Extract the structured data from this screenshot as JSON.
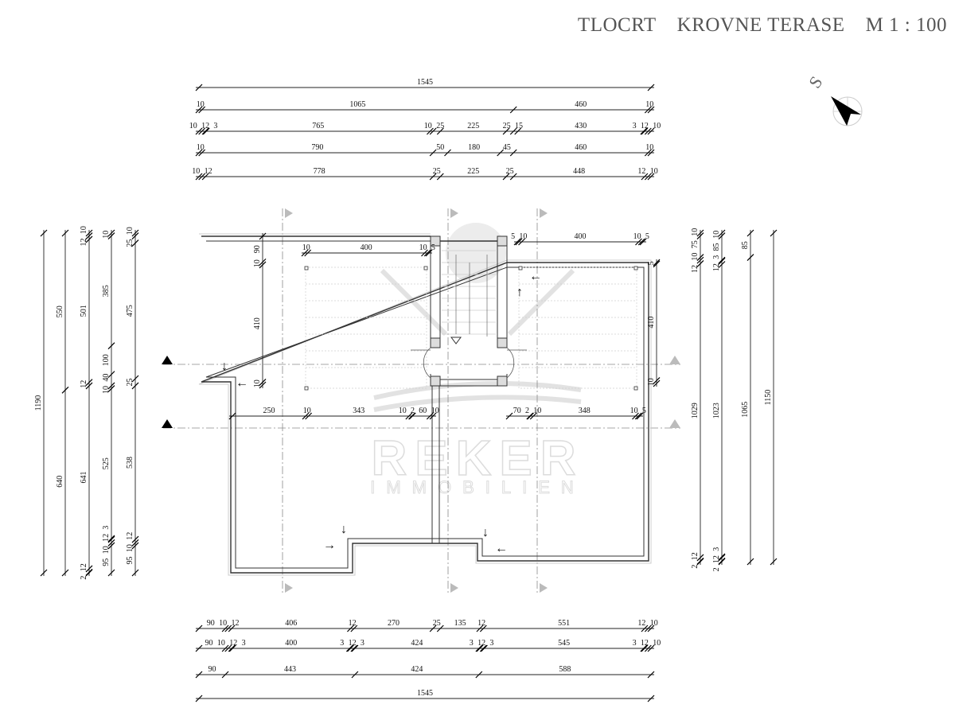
{
  "title": {
    "view": "TLOCRT",
    "name": "KROVNE TERASE",
    "scale": "M 1 : 100"
  },
  "compass": {
    "label": "S"
  },
  "watermark": {
    "brand": "REKER",
    "sub": "IMMOBILIEN"
  },
  "colors": {
    "wall": "#333333",
    "grid": "#8a8a8a",
    "dim": "#222222",
    "watermark": "#e4e4e4"
  },
  "dimensions": {
    "top": [
      {
        "segments": [
          "1545"
        ]
      },
      {
        "segments": [
          "10",
          "1065",
          "460",
          "10"
        ]
      },
      {
        "segments": [
          "10",
          "12",
          "3",
          "765",
          "10",
          "25",
          "225",
          "25",
          "15",
          "430",
          "3",
          "12",
          "10"
        ]
      },
      {
        "segments": [
          "10",
          "790",
          "50",
          "180",
          "45",
          "460",
          "10"
        ]
      },
      {
        "segments": [
          "10",
          "12",
          "778",
          "25",
          "225",
          "25",
          "448",
          "12",
          "10"
        ]
      }
    ],
    "bottom": [
      {
        "segments": [
          "90",
          "10",
          "12",
          "406",
          "12",
          "270",
          "25",
          "135",
          "12",
          "551",
          "12",
          "10"
        ]
      },
      {
        "segments": [
          "90",
          "10",
          "12",
          "3",
          "400",
          "3",
          "12",
          "3",
          "424",
          "3",
          "12",
          "3",
          "545",
          "3",
          "12",
          "10"
        ]
      },
      {
        "segments": [
          "90",
          "443",
          "424",
          "588"
        ]
      },
      {
        "segments": [
          "1545"
        ]
      }
    ],
    "left": [
      {
        "segments": [
          "1190"
        ]
      },
      {
        "segments": [
          "550",
          "640"
        ]
      },
      {
        "segments": [
          "10",
          "12",
          "501",
          "12",
          "641",
          "12",
          "2"
        ]
      },
      {
        "segments": [
          "10",
          "385",
          "100",
          "40",
          "10",
          "525",
          "3",
          "12",
          "10",
          "95"
        ]
      },
      {
        "segments": [
          "10",
          "25",
          "475",
          "25",
          "538",
          "12",
          "10",
          "95"
        ]
      }
    ],
    "right": [
      {
        "segments": [
          "10",
          "75",
          "10",
          "12",
          "1029",
          "12",
          "2"
        ]
      },
      {
        "segments": [
          "10",
          "85",
          "3",
          "12",
          "1023",
          "3",
          "12",
          "2"
        ]
      },
      {
        "segments": [
          "85",
          "1065"
        ]
      },
      {
        "segments": [
          "1150"
        ]
      }
    ],
    "inner": [
      {
        "segments": [
          "10",
          "400",
          "10",
          "5"
        ]
      },
      {
        "segments": [
          "5",
          "10",
          "400",
          "10",
          "5"
        ]
      },
      {
        "segments": [
          "250",
          "10",
          "343",
          "10",
          "2",
          "60",
          "10"
        ]
      },
      {
        "segments": [
          "70",
          "2",
          "10",
          "348",
          "10",
          "5"
        ]
      },
      {
        "segments": [
          "90",
          "10",
          "410",
          "10"
        ]
      },
      {
        "segments": [
          "5",
          "410",
          "10"
        ]
      }
    ]
  }
}
